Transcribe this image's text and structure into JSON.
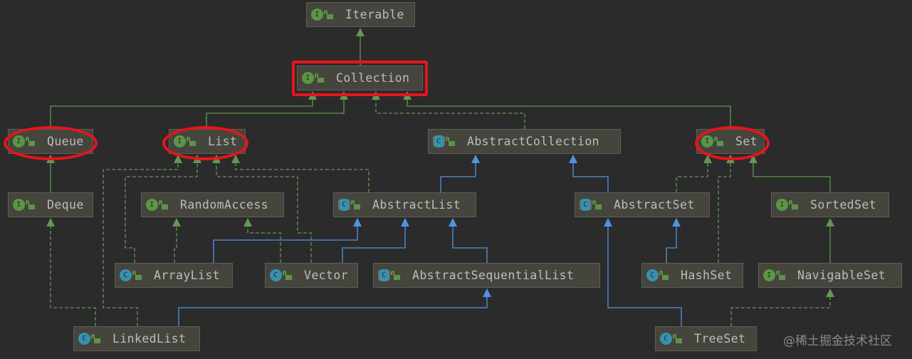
{
  "colors": {
    "background": "#2b2b2b",
    "interface_edge": "#629755",
    "class_edge": "#4f94e0",
    "highlight": "#e8141a"
  },
  "nodes": [
    {
      "id": "iterable",
      "name": "Iterable",
      "kind": "interface"
    },
    {
      "id": "collection",
      "name": "Collection",
      "kind": "interface",
      "highlight": "rect"
    },
    {
      "id": "queue",
      "name": "Queue",
      "kind": "interface",
      "highlight": "ellipse"
    },
    {
      "id": "list",
      "name": "List",
      "kind": "interface",
      "highlight": "ellipse"
    },
    {
      "id": "abstractcollection",
      "name": "AbstractCollection",
      "kind": "abstract"
    },
    {
      "id": "set",
      "name": "Set",
      "kind": "interface",
      "highlight": "ellipse"
    },
    {
      "id": "deque",
      "name": "Deque",
      "kind": "interface"
    },
    {
      "id": "randomaccess",
      "name": "RandomAccess",
      "kind": "interface"
    },
    {
      "id": "abstractlist",
      "name": "AbstractList",
      "kind": "abstract"
    },
    {
      "id": "abstractset",
      "name": "AbstractSet",
      "kind": "abstract"
    },
    {
      "id": "sortedset",
      "name": "SortedSet",
      "kind": "interface"
    },
    {
      "id": "arraylist",
      "name": "ArrayList",
      "kind": "class"
    },
    {
      "id": "vector",
      "name": "Vector",
      "kind": "class"
    },
    {
      "id": "abstractsequentiallist",
      "name": "AbstractSequentialList",
      "kind": "abstract"
    },
    {
      "id": "hashset",
      "name": "HashSet",
      "kind": "class"
    },
    {
      "id": "navigableset",
      "name": "NavigableSet",
      "kind": "interface"
    },
    {
      "id": "linkedlist",
      "name": "LinkedList",
      "kind": "class"
    },
    {
      "id": "treeset",
      "name": "TreeSet",
      "kind": "class"
    }
  ],
  "kind_letters": {
    "interface": "I",
    "class": "C",
    "abstract": "C"
  },
  "edges": [
    {
      "from": "collection",
      "to": "iterable",
      "type": "extends-interface"
    },
    {
      "from": "queue",
      "to": "collection",
      "type": "extends-interface"
    },
    {
      "from": "list",
      "to": "collection",
      "type": "extends-interface"
    },
    {
      "from": "abstractcollection",
      "to": "collection",
      "type": "implements"
    },
    {
      "from": "set",
      "to": "collection",
      "type": "extends-interface"
    },
    {
      "from": "deque",
      "to": "queue",
      "type": "extends-interface"
    },
    {
      "from": "linkedlist",
      "to": "list",
      "type": "implements"
    },
    {
      "from": "arraylist",
      "to": "list",
      "type": "implements"
    },
    {
      "from": "vector",
      "to": "list",
      "type": "implements"
    },
    {
      "from": "abstractlist",
      "to": "list",
      "type": "implements"
    },
    {
      "from": "arraylist",
      "to": "randomaccess",
      "type": "implements"
    },
    {
      "from": "vector",
      "to": "randomaccess",
      "type": "implements"
    },
    {
      "from": "abstractlist",
      "to": "abstractcollection",
      "type": "extends-class"
    },
    {
      "from": "abstractset",
      "to": "abstractcollection",
      "type": "extends-class"
    },
    {
      "from": "arraylist",
      "to": "abstractlist",
      "type": "extends-class"
    },
    {
      "from": "vector",
      "to": "abstractlist",
      "type": "extends-class"
    },
    {
      "from": "abstractsequentiallist",
      "to": "abstractlist",
      "type": "extends-class"
    },
    {
      "from": "linkedlist",
      "to": "abstractsequentiallist",
      "type": "extends-class"
    },
    {
      "from": "linkedlist",
      "to": "deque",
      "type": "implements"
    },
    {
      "from": "abstractset",
      "to": "set",
      "type": "implements"
    },
    {
      "from": "hashset",
      "to": "set",
      "type": "implements"
    },
    {
      "from": "sortedset",
      "to": "set",
      "type": "extends-interface"
    },
    {
      "from": "treeset",
      "to": "abstractset",
      "type": "extends-class"
    },
    {
      "from": "hashset",
      "to": "abstractset",
      "type": "extends-class"
    },
    {
      "from": "navigableset",
      "to": "sortedset",
      "type": "extends-interface"
    },
    {
      "from": "treeset",
      "to": "navigableset",
      "type": "implements"
    }
  ],
  "watermark": "@稀土掘金技术社区"
}
